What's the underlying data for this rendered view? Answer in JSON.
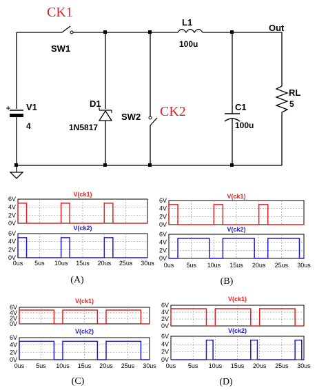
{
  "circuit": {
    "switch1": {
      "name": "SW1",
      "control": "CK1"
    },
    "switch2": {
      "name": "SW2",
      "control": "CK2"
    },
    "source": {
      "name": "V1",
      "value": "4"
    },
    "diode": {
      "name": "D1",
      "part": "1N5817"
    },
    "inductor": {
      "name": "L1",
      "value": "100u"
    },
    "capacitor": {
      "name": "C1",
      "value": "100u"
    },
    "load": {
      "name": "RL",
      "value": "5"
    },
    "output_label": "Out"
  },
  "colors": {
    "ck1": "#e02020",
    "ck2": "#1a1ad0"
  },
  "axis": {
    "y_ticks": [
      "0V",
      "2V",
      "4V",
      "6V"
    ],
    "x_ticks": [
      "0us",
      "5us",
      "10us",
      "15us",
      "20us",
      "25us",
      "30us"
    ],
    "x_range": [
      0,
      30
    ],
    "y_range": [
      0,
      6
    ]
  },
  "chart_data": [
    {
      "type": "line",
      "caption": "(A)",
      "series": [
        {
          "name": "V(ck1)",
          "high": 5,
          "intervals": [
            [
              0,
              2
            ],
            [
              10,
              12
            ],
            [
              20,
              22
            ]
          ]
        },
        {
          "name": "V(ck2)",
          "high": 5,
          "intervals": [
            [
              0,
              2
            ],
            [
              10,
              12
            ],
            [
              20,
              22
            ]
          ]
        }
      ]
    },
    {
      "type": "line",
      "caption": "(B)",
      "series": [
        {
          "name": "V(ck1)",
          "high": 5,
          "intervals": [
            [
              0,
              2
            ],
            [
              10,
              12
            ],
            [
              20,
              22
            ]
          ]
        },
        {
          "name": "V(ck2)",
          "high": 5,
          "intervals": [
            [
              2,
              9
            ],
            [
              12,
              19
            ],
            [
              22,
              29
            ]
          ]
        }
      ]
    },
    {
      "type": "line",
      "caption": "(C)",
      "series": [
        {
          "name": "V(ck1)",
          "high": 5,
          "intervals": [
            [
              0,
              8
            ],
            [
              10,
              18
            ],
            [
              20,
              28
            ]
          ]
        },
        {
          "name": "V(ck2)",
          "high": 5,
          "intervals": [
            [
              0,
              8
            ],
            [
              10,
              18
            ],
            [
              20,
              28
            ]
          ]
        }
      ]
    },
    {
      "type": "line",
      "caption": "(D)",
      "series": [
        {
          "name": "V(ck1)",
          "high": 5,
          "intervals": [
            [
              0,
              8
            ],
            [
              10,
              18
            ],
            [
              20,
              28
            ]
          ]
        },
        {
          "name": "V(ck2)",
          "high": 5,
          "intervals": [
            [
              8,
              9.5
            ],
            [
              18,
              19.5
            ],
            [
              28,
              29.5
            ]
          ]
        }
      ]
    }
  ]
}
